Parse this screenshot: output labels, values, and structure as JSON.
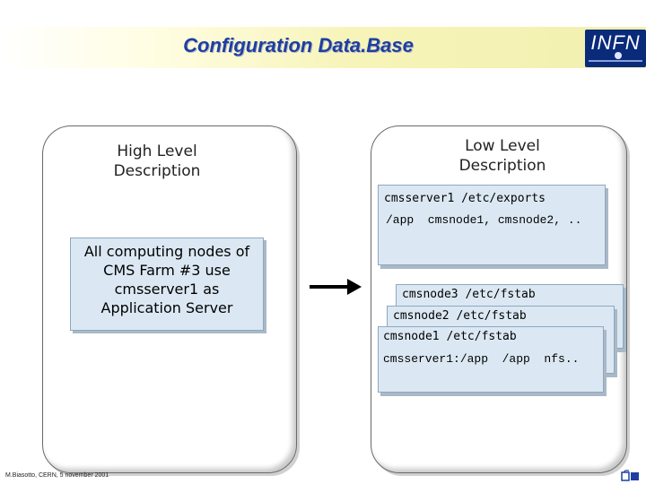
{
  "slide": {
    "title": "Configuration Data.Base",
    "logo_text": "INFN"
  },
  "left_panel": {
    "label_line1": "High Level",
    "label_line2": "Description",
    "statement_lines": [
      "All computing nodes of",
      "CMS Farm #3 use",
      "cmsserver1 as",
      "Application Server"
    ]
  },
  "right_panel": {
    "label_line1": "Low Level",
    "label_line2": "Description",
    "exports_card": {
      "header": "cmsserver1 /etc/exports",
      "entry": "/app  cmsnode1, cmsnode2, .."
    },
    "fstab_cards": [
      {
        "header": "cmsnode3 /etc/fstab"
      },
      {
        "header": "cmsnode2 /etc/fstab"
      },
      {
        "header": "cmsnode1 /etc/fstab",
        "entry": "cmsserver1:/app  /app  nfs.."
      }
    ]
  },
  "footer": {
    "credit": "M.Biasotto, CERN, 5 november 2001"
  },
  "colors": {
    "title": "#1e3fa0",
    "card_fill": "#dbe8f3",
    "logo_bg": "#0a2a7a"
  },
  "icons": [
    "right-arrow-icon",
    "slide-nav-icon"
  ]
}
